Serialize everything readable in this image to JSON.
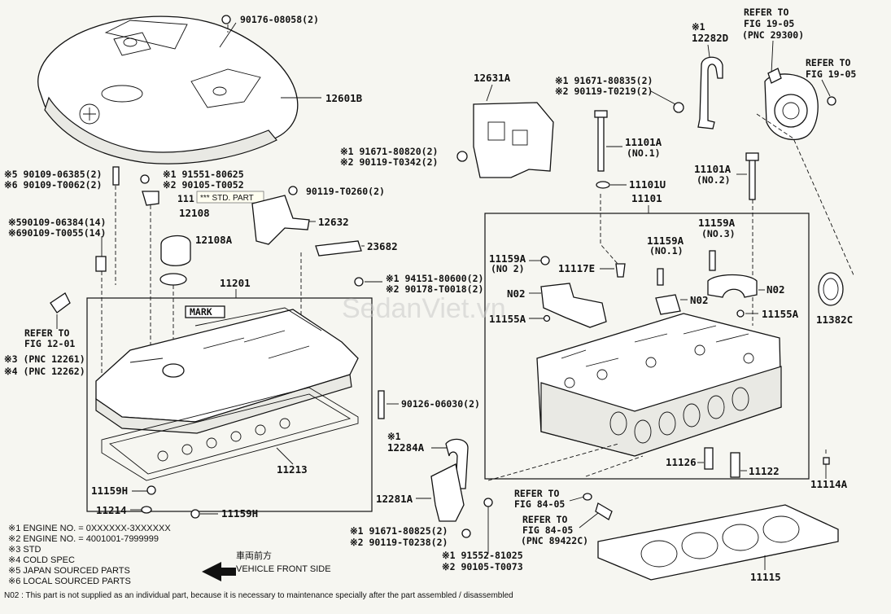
{
  "labels": {
    "cover_bolt": "90176-08058(2)",
    "engine_cover": "12601B",
    "bracket_12282D_note": "※1",
    "bracket_12282D": "12282D",
    "pump_ref_1a": "REFER TO",
    "pump_ref_1b": "FIG 19-05",
    "pump_ref_1c": "(PNC 29300)",
    "pump_ref_2a": "REFER TO",
    "pump_ref_2b": "FIG 19-05",
    "bolt_b1": "※1 91671-80835(2)",
    "bolt_b2": "※2 90119-T0219(2)",
    "bracket_12631A": "12631A",
    "bolt_c1": "※1 91671-80820(2)",
    "bolt_c2": "※2 90119-T0342(2)",
    "head_bolt_no1": "11101A",
    "head_bolt_no1_sub": "(NO.1)",
    "head_bolt_no2": "11101A",
    "head_bolt_no2_sub": "(NO.2)",
    "washer_11101U": "11101U",
    "cyl_head_asm": "11101",
    "stud_a1": "※5 90109-06385(2)",
    "stud_a2": "※6 90109-T0062(2)",
    "bolt_d1": "※1 91551-80625",
    "bolt_d2": "※2 90105-T0052",
    "sensor_11": "111",
    "std_part_tag": "*** STD. PART",
    "bolt_e": "90119-T0260(2)",
    "bracket_12632": "12632",
    "cap_12108": "12108",
    "gasket_12108A": "12108A",
    "stud_b1": "※590109-06384(14)",
    "stud_b2": "※690109-T0055(14)",
    "hook_23682": "23682",
    "head_cover": "11201",
    "mark": "MARK",
    "nut_a1": "※1 94151-80600(2)",
    "nut_a2": "※2 90178-T0018(2)",
    "ref12_a": "REFER TO",
    "ref12_b": "FIG 12-01",
    "ref12_c": "※3 (PNC 12261)",
    "ref12_d": "※4 (PNC 12262)",
    "stud_c": "90126-06030(2)",
    "cover_gasket": "11213",
    "plug_11159H_a": "11159H",
    "plug_11214": "11214",
    "plug_11159H_b": "11159H",
    "cap_11159A_no2": "11159A",
    "cap_11159A_no2_sub": "(NO 2)",
    "seal_11117E": "11117E",
    "cap_11159A_no1": "11159A",
    "cap_11159A_no1_sub": "(NO.1)",
    "cap_11159A_no3": "11159A",
    "cap_11159A_no3_sub": "(NO.3)",
    "n02_a": "N02",
    "n02_b": "N02",
    "n02_c": "N02",
    "pin_11155A_a": "11155A",
    "pin_11155A_b": "11155A",
    "seal_11382C": "11382C",
    "bracket_12284A_note": "※1",
    "bracket_12284A": "12284A",
    "bracket_12281A": "12281A",
    "pipe_11126": "11126",
    "pipe_11122": "11122",
    "plug_11114A": "11114A",
    "ref84_a1": "REFER TO",
    "ref84_a2": "FIG 84-05",
    "ref84_b1": "REFER TO",
    "ref84_b2": "FIG 84-05",
    "ref84_b3": "(PNC 89422C)",
    "bolt_f1": "※1 91671-80825(2)",
    "bolt_f2": "※2 90119-T0238(2)",
    "bolt_g1": "※1 91552-81025",
    "bolt_g2": "※2 90105-T0073",
    "head_gasket": "11115",
    "front_jp": "車両前方",
    "front_en": "VEHICLE FRONT SIDE"
  },
  "legend": [
    "※1  ENGINE NO. = 0XXXXXX-3XXXXXX",
    "※2  ENGINE NO. = 4001001-7999999",
    "※3  STD",
    "※4  COLD SPEC",
    "※5  JAPAN SOURCED PARTS",
    "※6  LOCAL SOURCED PARTS"
  ],
  "footnote": "N02 : This part is not supplied as an individual part, because it is necessary to maintenance specially after the part assembled / disassembled",
  "watermark": "SedanViet.vn"
}
